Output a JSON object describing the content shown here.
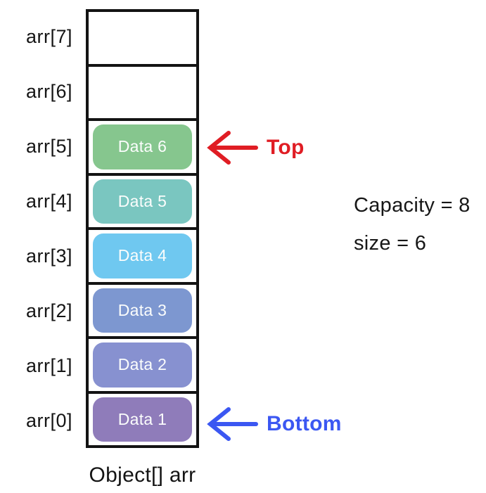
{
  "diagram": {
    "title": "stack-backed-by-array",
    "cells": [
      {
        "index_label": "arr[7]",
        "value": "",
        "color": ""
      },
      {
        "index_label": "arr[6]",
        "value": "",
        "color": ""
      },
      {
        "index_label": "arr[5]",
        "value": "Data 6",
        "color": "#86c68e"
      },
      {
        "index_label": "arr[4]",
        "value": "Data 5",
        "color": "#7ac6c0"
      },
      {
        "index_label": "arr[3]",
        "value": "Data 4",
        "color": "#6fc8f0"
      },
      {
        "index_label": "arr[2]",
        "value": "Data 3",
        "color": "#7d97d0"
      },
      {
        "index_label": "arr[1]",
        "value": "Data 2",
        "color": "#8791d0"
      },
      {
        "index_label": "arr[0]",
        "value": "Data 1",
        "color": "#8f7cba"
      }
    ],
    "pointers": {
      "top": {
        "label": "Top",
        "color": "#e01d24",
        "points_to": "arr[5]"
      },
      "bottom": {
        "label": "Bottom",
        "color": "#3b57f2",
        "points_to": "arr[0]"
      }
    },
    "stats": {
      "capacity_text": "Capacity = 8",
      "size_text": "size = 6"
    },
    "array_caption": "Object[] arr"
  }
}
